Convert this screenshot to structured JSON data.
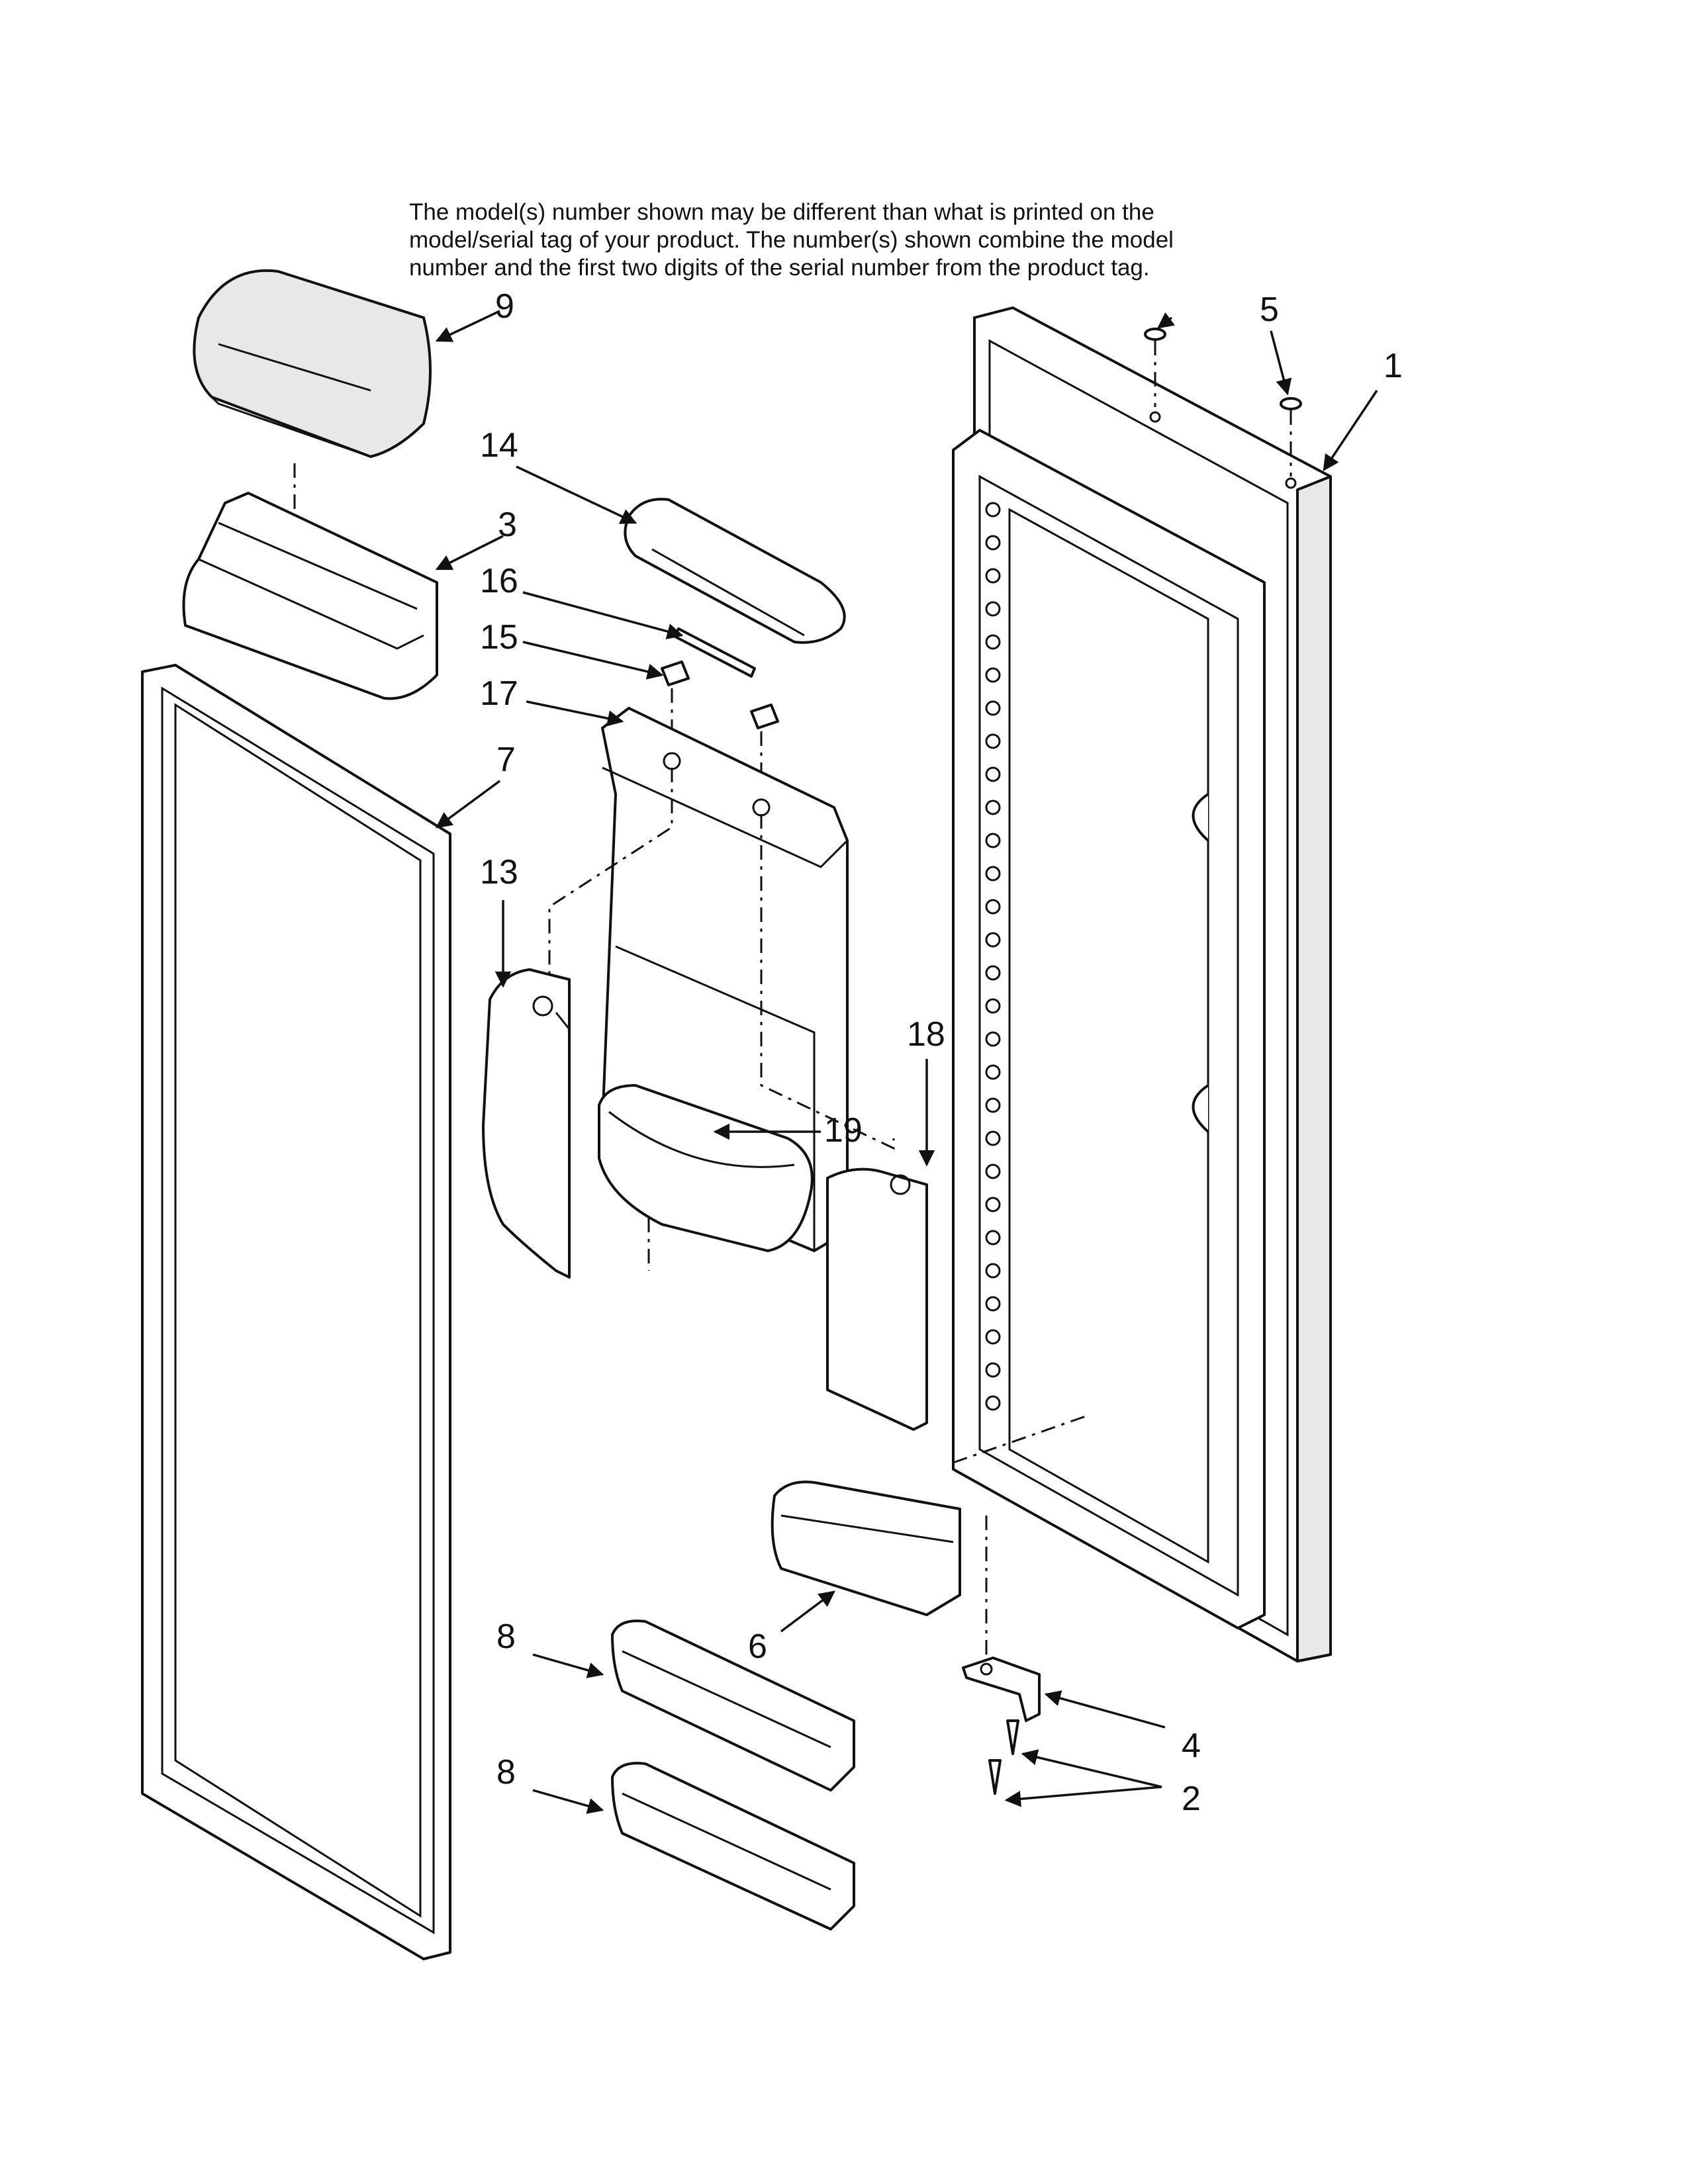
{
  "note": {
    "lines": [
      "The model(s) number shown may be different than what is printed on the",
      "model/serial tag of your product. The number(s) shown combine the model",
      "number and the first two digits of the serial number from the product tag."
    ]
  },
  "callouts": {
    "c1": "1",
    "c2": "2",
    "c3": "3",
    "c4": "4",
    "c5": "5",
    "c6": "6",
    "c7": "7",
    "c8a": "8",
    "c8b": "8",
    "c9": "9",
    "c13": "13",
    "c14": "14",
    "c15": "15",
    "c16": "16",
    "c17": "17",
    "c18": "18",
    "c19": "19"
  }
}
